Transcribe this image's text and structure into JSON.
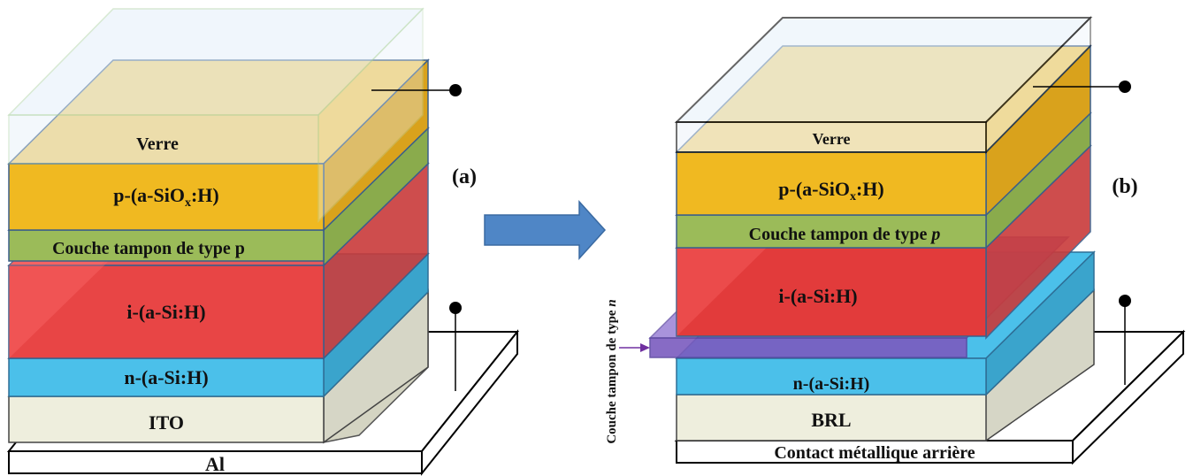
{
  "panel_a": {
    "tag": "(a)",
    "layers": {
      "glass": "Verre",
      "p_layer_prefix": "p-(a-SiO",
      "p_layer_sub": "x",
      "p_layer_suffix": ":H)",
      "p_buffer": "Couche tampon de type p",
      "i_layer": "i-(a-Si:H)",
      "n_layer": "n-(a-Si:H)",
      "ito": "ITO",
      "back_contact": "Al"
    }
  },
  "panel_b": {
    "tag": "(b)",
    "layers": {
      "glass": "Verre",
      "p_layer_prefix": "p-(a-SiO",
      "p_layer_sub": "x",
      "p_layer_suffix": ":H)",
      "p_buffer_prefix": "Couche tampon de type ",
      "p_buffer_italic": "p",
      "i_layer": "i-(a-Si:H)",
      "n_layer": "n-(a-Si:H)",
      "brl": "BRL",
      "back_contact": "Contact métallique arrière"
    },
    "n_buffer_prefix": "Couche tampon de type ",
    "n_buffer_italic": "n"
  },
  "colors": {
    "glass": "#dbe9f4",
    "p_layer": "#f0b921",
    "p_buffer": "#9bbb59",
    "i_layer": "#e23b3b",
    "n_layer": "#4bc0ea",
    "ito": "#eeeedd",
    "n_buffer": "#7b5bbf",
    "arrow": "#4f86c6"
  }
}
